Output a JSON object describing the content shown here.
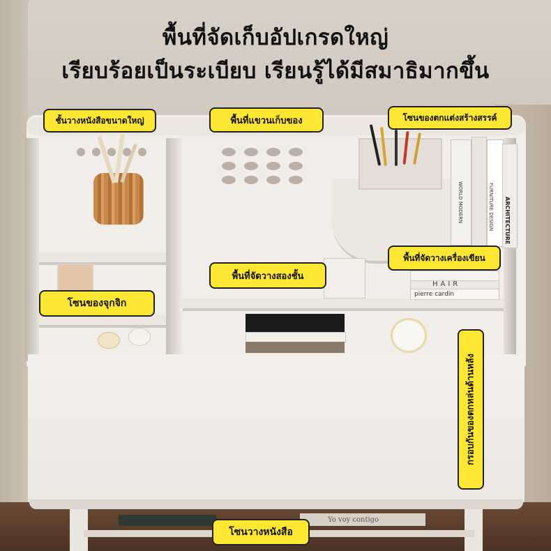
{
  "headline": {
    "line1": "พื้นที่จัดเก็บอัปเกรดใหญ่",
    "line2": "เรียบร้อยเป็นระเบียบ เรียนรู้ได้มีสมาธิมากขึ้น"
  },
  "labels": {
    "large_book_shelf": "ชั้นวางหนังสือขนาดใหญ่",
    "hanging_storage": "พื้นที่แขวนเก็บของ",
    "creative_decor_zone": "โซนของตกแต่งสร้างสรรค์",
    "stationery_area": "พื้นที่จัดวางเครื่องเขียน",
    "two_tier_area": "พื้นที่จัดวางสองชั้น",
    "small_items_zone": "โซนของจุกจิก",
    "spill_proof_edge": "กรอบกันของตกหล่นด้านหลัง",
    "book_zone": "โซนวางหนังสือ"
  },
  "printed_text": {
    "book_spine_1": "ARCHITECTURE",
    "book_spine_2": "FURNITURE DESIGN",
    "book_spine_3": "WORLD MODERN",
    "cardin": "pierre cardin",
    "hair": "HAIR",
    "under_book": "Yo voy contigo"
  },
  "colors": {
    "label_bg": "#fde732",
    "label_border": "#222222",
    "desk": "#f1ede8"
  }
}
